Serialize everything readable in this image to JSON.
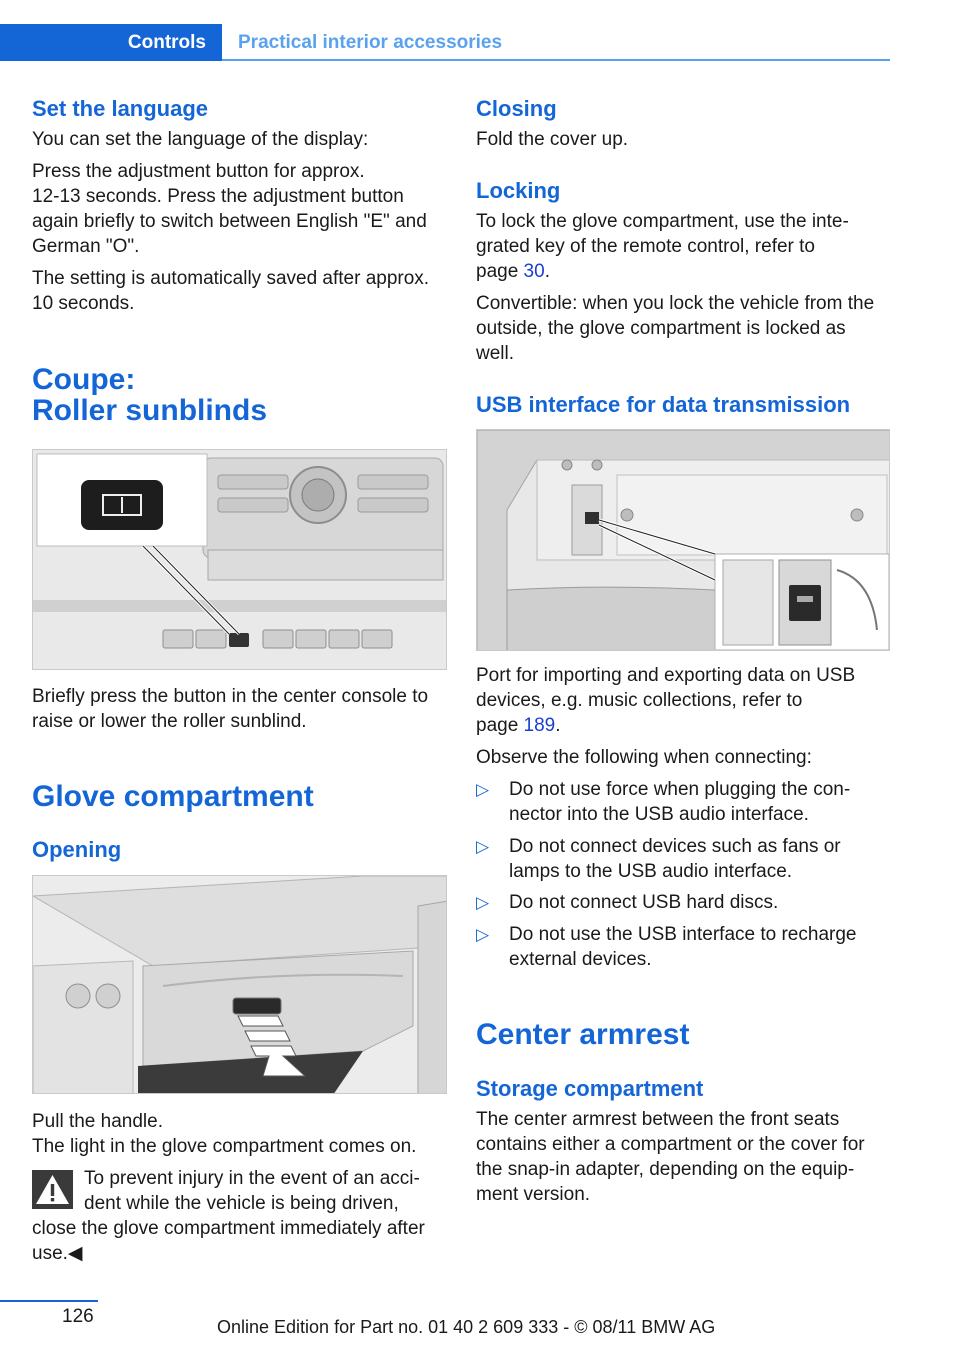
{
  "header": {
    "section": "Controls",
    "subsection": "Practical interior accessories"
  },
  "left": {
    "set_language": {
      "title": "Set the language",
      "p1": "You can set the language of the display:",
      "p2": [
        "Press the adjustment button for approx.",
        "12-13 seconds. Press the adjustment button",
        "again briefly to switch between English \"E\" and",
        "German \"O\"."
      ],
      "p3": [
        "The setting is automatically saved after approx.",
        "10 seconds."
      ]
    },
    "roller": {
      "title_line1": "Coupe:",
      "title_line2": "Roller sunblinds",
      "caption": [
        "Briefly press the button in the center console to",
        "raise or lower the roller sunblind."
      ]
    },
    "glove": {
      "title": "Glove compartment",
      "opening_title": "Opening",
      "p1": "Pull the handle.",
      "p2": "The light in the glove compartment comes on.",
      "warning": [
        "To prevent injury in the event of an acci-",
        "dent while the vehicle is being driven,",
        "close the glove compartment immediately after",
        "use.◀"
      ]
    }
  },
  "right": {
    "closing": {
      "title": "Closing",
      "p1": "Fold the cover up."
    },
    "locking": {
      "title": "Locking",
      "p1": [
        "To lock the glove compartment, use the inte-",
        "grated key of the remote control, refer to"
      ],
      "p1_page_prefix": "page ",
      "p1_page": "30",
      "p1_suffix": ".",
      "p2": [
        "Convertible: when you lock the vehicle from the",
        "outside, the glove compartment is locked as",
        "well."
      ]
    },
    "usb": {
      "title": "USB interface for data transmission",
      "p1": [
        "Port for importing and exporting data on USB",
        "devices, e.g. music collections, refer to"
      ],
      "p1_page_prefix": "page ",
      "p1_page": "189",
      "p1_suffix": ".",
      "p2": "Observe the following when connecting:",
      "bullets": [
        [
          "Do not use force when plugging the con-",
          "nector into the USB audio interface."
        ],
        [
          "Do not connect devices such as fans or",
          "lamps to the USB audio interface."
        ],
        [
          "Do not connect USB hard discs."
        ],
        [
          "Do not use the USB interface to recharge",
          "external devices."
        ]
      ],
      "bullet_mark": "▷"
    },
    "armrest": {
      "title": "Center armrest",
      "storage_title": "Storage compartment",
      "p1": [
        "The center armrest between the front seats",
        "contains either a compartment or the cover for",
        "the snap-in adapter, depending on the equip-",
        "ment version."
      ]
    }
  },
  "footer": {
    "page": "126",
    "text": "Online Edition for Part no. 01 40 2 609 333 - © 08/11 BMW AG"
  },
  "colors": {
    "accent": "#1466d6",
    "light_accent": "#5aa2ee",
    "link": "#1a3fd0"
  },
  "icons": {
    "warning": "warning-triangle-icon",
    "bullet": "triangle-right-icon"
  }
}
